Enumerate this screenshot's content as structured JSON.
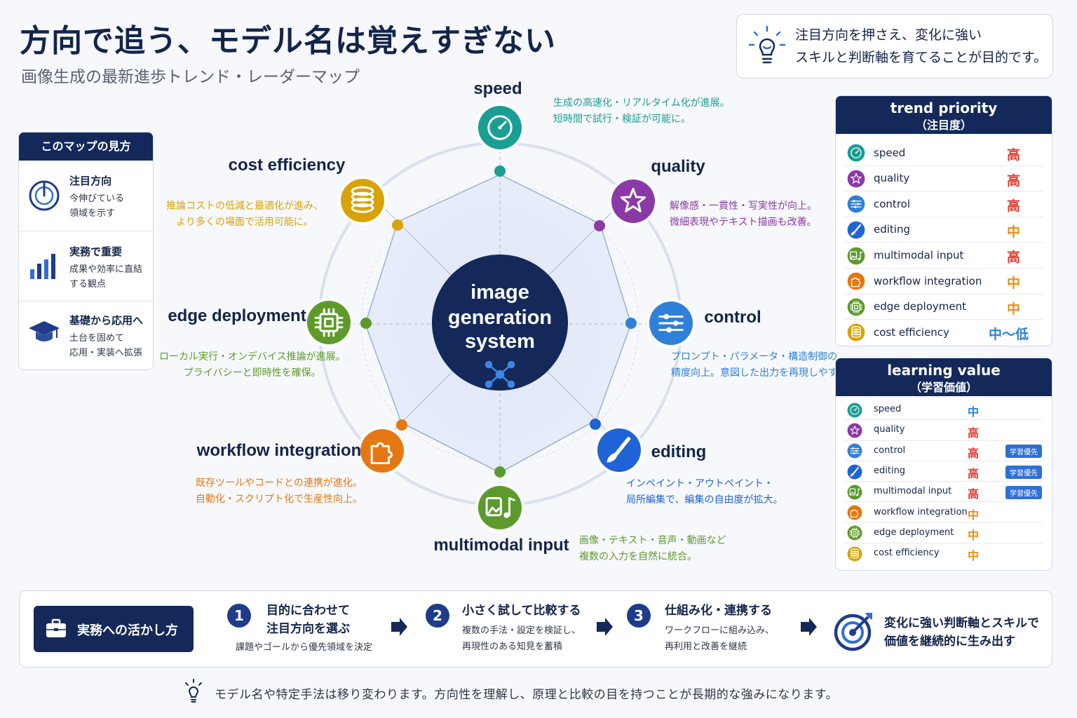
{
  "header": {
    "title": "方向で追う、モデル名は覚えすぎない",
    "subtitle": "画像生成の最新進歩トレンド・レーダーマップ",
    "tip_line1": "注目方向を押さえ、変化に強い",
    "tip_line2": "スキルと判断軸を育てることが目的です。",
    "tip_icon": "lightbulb-icon"
  },
  "legend": {
    "heading": "このマップの見方",
    "items": [
      {
        "title": "注目方向",
        "desc1": "今伸びている",
        "desc2": "領域を示す",
        "icon": "compass-icon"
      },
      {
        "title": "実務で重要",
        "desc1": "成果や効率に直結",
        "desc2": "する観点",
        "icon": "bar-chart-icon"
      },
      {
        "title": "基礎から応用へ",
        "desc1": "土台を固めて",
        "desc2": "応用・実装へ拡張",
        "icon": "graduation-cap-icon"
      }
    ]
  },
  "radar": {
    "center_line1": "image",
    "center_line2": "generation",
    "center_line3": "system",
    "center_icon": "network-icon",
    "axes": [
      {
        "key": "speed",
        "label": "speed",
        "desc1": "生成の高速化・リアルタイム化が進展。",
        "desc2": "短時間で試行・検証が可能に。",
        "color": "#1a9e94",
        "icon": "speedometer-icon"
      },
      {
        "key": "quality",
        "label": "quality",
        "desc1": "解像感・一貫性・写実性が向上。",
        "desc2": "微細表現やテキスト描画も改善。",
        "color": "#8a3aa6",
        "icon": "star-icon"
      },
      {
        "key": "control",
        "label": "control",
        "desc1": "プロンプト・パラメータ・構造制御の",
        "desc2": "精度向上。意図した出力を再現しやすく。",
        "color": "#2f80d8",
        "icon": "sliders-icon"
      },
      {
        "key": "editing",
        "label": "editing",
        "desc1": "インペイント・アウトペイント・",
        "desc2": "局所編集で、編集の自由度が拡大。",
        "color": "#1f63d6",
        "icon": "brush-icon"
      },
      {
        "key": "multimodal",
        "label": "multimodal input",
        "desc1": "画像・テキスト・音声・動画など",
        "desc2": "複数の入力を自然に統合。",
        "color": "#5c9a2e",
        "icon": "image-music-icon"
      },
      {
        "key": "workflow",
        "label": "workflow integration",
        "desc1": "既存ツールやコードとの連携が進化。",
        "desc2": "自動化・スクリプト化で生産性向上。",
        "color": "#e57812",
        "icon": "puzzle-icon"
      },
      {
        "key": "edge",
        "label": "edge deployment",
        "desc1": "ローカル実行・オンデバイス推論が進展。",
        "desc2": "プライバシーと即時性を確保。",
        "color": "#5e9a2a",
        "icon": "chip-icon"
      },
      {
        "key": "cost",
        "label": "cost efficiency",
        "desc1": "推論コストの低減と最適化が進み、",
        "desc2": "より多くの場面で活用可能に。",
        "color": "#d9a206",
        "icon": "coins-icon"
      }
    ]
  },
  "trend_priority": {
    "heading1": "trend priority",
    "heading2": "（注目度）",
    "rows": [
      {
        "name": "speed",
        "value": "高",
        "icon": "speedometer-icon",
        "color": "#1a9e94",
        "vcolor": "#e03a2c"
      },
      {
        "name": "quality",
        "value": "高",
        "icon": "star-icon",
        "color": "#8a3aa6",
        "vcolor": "#e03a2c"
      },
      {
        "name": "control",
        "value": "高",
        "icon": "sliders-icon",
        "color": "#2f80d8",
        "vcolor": "#e03a2c"
      },
      {
        "name": "editing",
        "value": "中",
        "icon": "brush-icon",
        "color": "#1f63d6",
        "vcolor": "#ee8c10"
      },
      {
        "name": "multimodal input",
        "value": "高",
        "icon": "image-music-icon",
        "color": "#5c9a2e",
        "vcolor": "#e03a2c"
      },
      {
        "name": "workflow integration",
        "value": "中",
        "icon": "puzzle-icon",
        "color": "#e57812",
        "vcolor": "#ee8c10"
      },
      {
        "name": "edge deployment",
        "value": "中",
        "icon": "chip-icon",
        "color": "#5e9a2a",
        "vcolor": "#ee8c10"
      },
      {
        "name": "cost efficiency",
        "value": "中〜低",
        "icon": "coins-icon",
        "color": "#d9a206",
        "vcolor": "#2f80d8"
      }
    ]
  },
  "learning_value": {
    "heading1": "learning value",
    "heading2": "（学習価値）",
    "rows": [
      {
        "name": "speed",
        "value": "中",
        "badge": "",
        "icon": "speedometer-icon",
        "color": "#1a9e94",
        "vcolor": "#2f80d8"
      },
      {
        "name": "quality",
        "value": "高",
        "badge": "",
        "icon": "star-icon",
        "color": "#8a3aa6",
        "vcolor": "#e03a2c"
      },
      {
        "name": "control",
        "value": "高",
        "badge": "学習優先",
        "icon": "sliders-icon",
        "color": "#2f80d8",
        "vcolor": "#e03a2c"
      },
      {
        "name": "editing",
        "value": "高",
        "badge": "学習優先",
        "icon": "brush-icon",
        "color": "#1f63d6",
        "vcolor": "#e03a2c"
      },
      {
        "name": "multimodal input",
        "value": "高",
        "badge": "学習優先",
        "icon": "image-music-icon",
        "color": "#5c9a2e",
        "vcolor": "#e03a2c"
      },
      {
        "name": "workflow integration",
        "value": "中",
        "badge": "",
        "icon": "puzzle-icon",
        "color": "#e57812",
        "vcolor": "#ee8c10"
      },
      {
        "name": "edge deployment",
        "value": "中",
        "badge": "",
        "icon": "chip-icon",
        "color": "#5e9a2a",
        "vcolor": "#ee8c10"
      },
      {
        "name": "cost efficiency",
        "value": "中",
        "badge": "",
        "icon": "coins-icon",
        "color": "#d9a206",
        "vcolor": "#ee8c10"
      }
    ]
  },
  "bottom": {
    "button_label": "実務への活かし方",
    "button_icon": "briefcase-icon",
    "steps": [
      {
        "num": "1",
        "title1": "目的に合わせて",
        "title2": "注目方向を選ぶ",
        "desc1": "課題やゴールから優先領域を決定",
        "desc2": ""
      },
      {
        "num": "2",
        "title1": "小さく試して比較する",
        "title2": "",
        "desc1": "複数の手法・設定を検証し、",
        "desc2": "再現性のある知見を蓄積"
      },
      {
        "num": "3",
        "title1": "仕組み化・連携する",
        "title2": "",
        "desc1": "ワークフローに組み込み、",
        "desc2": "再利用と改善を継続"
      }
    ],
    "final_line1": "変化に強い判断軸とスキルで",
    "final_line2": "価値を継続的に生み出す",
    "final_icon": "target-icon"
  },
  "footer": {
    "note": "モデル名や特定手法は移り変わります。方向性を理解し、原理と比較の目を持つことが長期的な強みになります。",
    "icon": "lightbulb-icon"
  }
}
